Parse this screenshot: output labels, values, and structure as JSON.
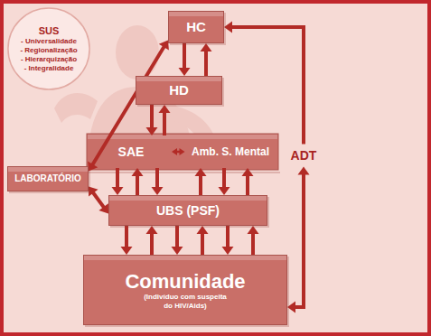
{
  "diagram": {
    "nodes": [
      {
        "text": [
          "SUS",
          "- Universalidade",
          "- Regionalização",
          "- Hierarquização",
          "- Integralidade"
        ]
      },
      {
        "text": [
          "HC"
        ]
      },
      {
        "text": [
          "HD"
        ]
      },
      {
        "text": [
          "LABORATÓRIO"
        ]
      },
      {
        "text": [
          "SAE"
        ]
      },
      {
        "text": [
          "Amb. S. Mental"
        ]
      },
      {
        "text": [
          "ADT"
        ]
      },
      {
        "text": [
          "UBS (PSF)"
        ]
      },
      {
        "text": [
          "Comunidade",
          "(Indivíduo com suspeita do HIV/Aids)"
        ]
      }
    ],
    "edges": [
      {
        "from": 1,
        "to": 2,
        "arrow": "to"
      },
      {
        "from": 2,
        "to": 1,
        "arrow": "to"
      },
      {
        "from": 2,
        "to": 4,
        "arrow": "to"
      },
      {
        "from": 4,
        "to": 2,
        "arrow": "to"
      },
      {
        "from": 4,
        "to": 5,
        "arrow": "both"
      },
      {
        "from": 4,
        "to": 7,
        "arrow": "to"
      },
      {
        "from": 7,
        "to": 4,
        "arrow": "to"
      },
      {
        "from": 4,
        "to": 7,
        "arrow": "to"
      },
      {
        "from": 7,
        "to": 5,
        "arrow": "to"
      },
      {
        "from": 5,
        "to": 7,
        "arrow": "to"
      },
      {
        "from": 7,
        "to": 5,
        "arrow": "to"
      },
      {
        "from": 7,
        "to": 8,
        "arrow": "to"
      },
      {
        "from": 8,
        "to": 7,
        "arrow": "to"
      },
      {
        "from": 7,
        "to": 8,
        "arrow": "to"
      },
      {
        "from": 8,
        "to": 7,
        "arrow": "to"
      },
      {
        "from": 7,
        "to": 8,
        "arrow": "to"
      },
      {
        "from": 8,
        "to": 7,
        "arrow": "to"
      },
      {
        "from": 3,
        "to": 1,
        "arrow": "both"
      },
      {
        "from": 3,
        "to": 7,
        "arrow": "both"
      },
      {
        "from": 6,
        "to": 1,
        "arrow": "to"
      },
      {
        "from": 6,
        "to": 8,
        "arrow": "both"
      }
    ]
  }
}
